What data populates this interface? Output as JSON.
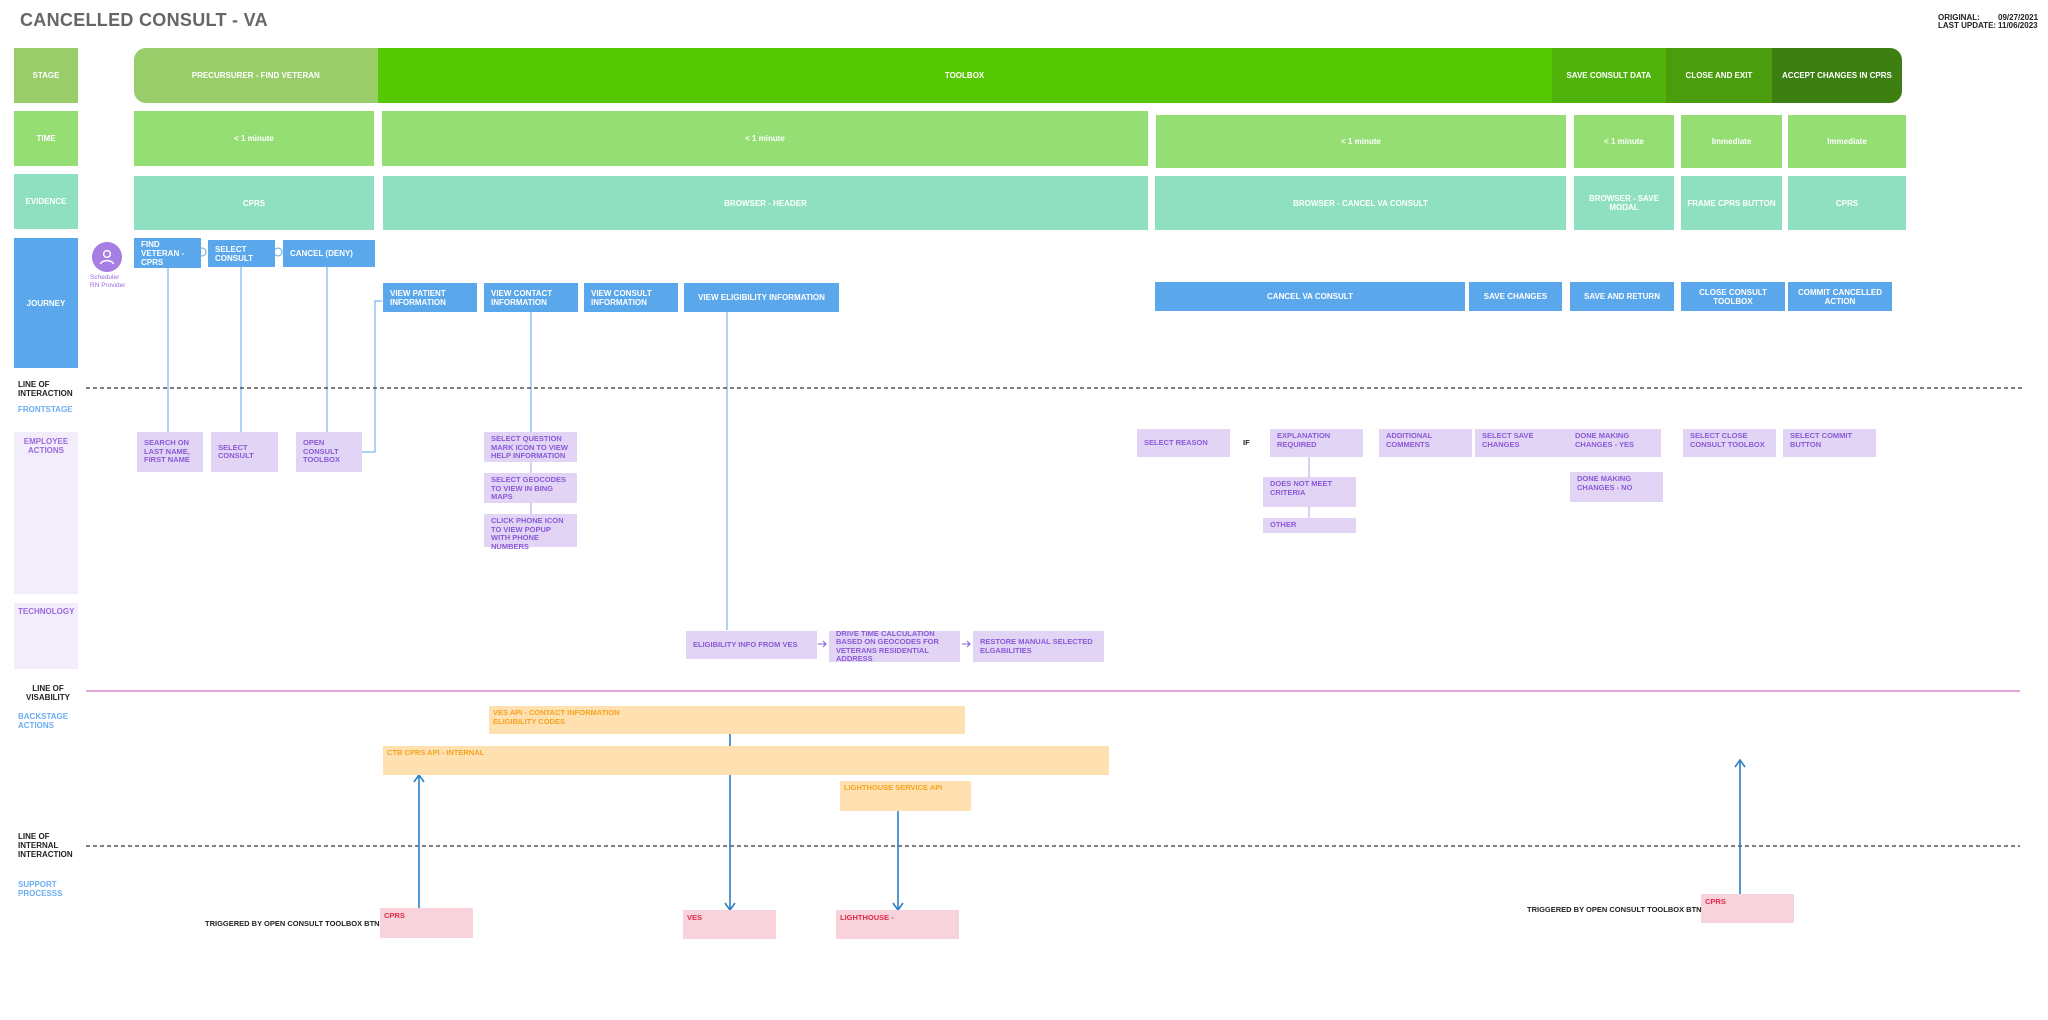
{
  "title": "CANCELLED CONSULT - VA",
  "meta": {
    "original_label": "ORIGINAL:",
    "original_date": "09/27/2021",
    "update_label": "LAST UPDATE:",
    "update_date": "11/06/2023"
  },
  "row_labels": {
    "stage": "STAGE",
    "time": "TIME",
    "evidence": "EVIDENCE",
    "journey": "JOURNEY",
    "line_of_interaction": "LINE OF INTERACTION",
    "frontstage": "FRONTSTAGE",
    "employee_actions": "EMPLOYEE ACTIONS",
    "technology": "TECHNOLOGY",
    "line_of_visibility": "LINE OF VISABILITY",
    "backstage_actions": "BACKSTAGE ACTIONS",
    "line_of_internal_interaction": "LINE OF INTERNAL INTERACTION",
    "support_process": "SUPPORT PROCESSS"
  },
  "stages": [
    "PRECURSURER - FIND VETERAN",
    "TOOLBOX",
    "SAVE CONSULT DATA",
    "CLOSE AND EXIT",
    "ACCEPT CHANGES IN CPRS"
  ],
  "times": [
    "< 1 minute",
    "< 1 minute",
    "< 1 minute",
    "< 1 minute",
    "Immediate",
    "Immediate"
  ],
  "evidence": [
    "CPRS",
    "BROWSER - HEADER",
    "BROWSER - CANCEL VA CONSULT",
    "BROWSER - SAVE MODAL",
    "FRAME CPRS BUTTON",
    "CPRS"
  ],
  "persona": {
    "name": "Scheduler RN Provider",
    "icon": "user-icon"
  },
  "journey": [
    "FIND VETERAN - CPRS",
    "SELECT CONSULT",
    "CANCEL (DENY)",
    "VIEW PATIENT INFORMATION",
    "VIEW CONTACT INFORMATION",
    "VIEW CONSULT INFORMATION",
    "VIEW ELIGIBILITY INFORMATION",
    "CANCEL VA CONSULT",
    "SAVE CHANGES",
    "SAVE AND RETURN",
    "CLOSE CONSULT TOOLBOX",
    "COMMIT CANCELLED ACTION"
  ],
  "employee_actions": [
    "SEARCH ON LAST NAME, FIRST NAME",
    "SELECT CONSULT",
    "OPEN CONSULT TOOLBOX",
    "SELECT QUESTION MARK ICON TO VIEW HELP INFORMATION",
    "SELECT GEOCODES TO VIEW IN BING MAPS",
    "CLICK PHONE ICON TO VIEW POPUP WITH PHONE NUMBERS",
    "SELECT REASON",
    "IF",
    "EXPLANATION REQUIRED",
    "DOES NOT MEET CRITERIA",
    "OTHER",
    "ADDITIONAL COMMENTS",
    "SELECT SAVE CHANGES",
    "DONE MAKING CHANGES - YES",
    "DONE MAKING CHANGES - NO",
    "SELECT CLOSE CONSULT TOOLBOX",
    "SELECT COMMIT BUTTON"
  ],
  "technology": [
    "ELIGIBILITY INFO FROM VES",
    "DRIVE TIME CALCULATION BASED ON GEOCODES FOR VETERANS RESIDENTIAL ADDRESS",
    "RESTORE MANUAL SELECTED ELGABILITIES"
  ],
  "backstage": [
    "VES API - CONTACT INFORMATION ELIGIBILITY CODES",
    "CTB CPRS API - INTERNAL",
    "LIGHTHOUSE SERVICE API"
  ],
  "support": [
    "CPRS",
    "VES",
    "LIGHTHOUSE -",
    "CPRS"
  ],
  "triggers": [
    "TRIGGERED BY OPEN CONSULT TOOLBOX BTN",
    "TRIGGERED BY OPEN CONSULT TOOLBOX BTN"
  ],
  "colors": {
    "stage_precursor": "#98cd6a",
    "stage_toolbox": "#55c803",
    "stage_save": "#4fb30c",
    "stage_close": "#4a9e0e",
    "stage_accept": "#3d7f12",
    "journey": "#5aa7ec",
    "employee": "#e1d4f5",
    "backstage": "#ffe1b1",
    "support": "#f8d3dc",
    "visibility_line": "#d66fbf"
  }
}
